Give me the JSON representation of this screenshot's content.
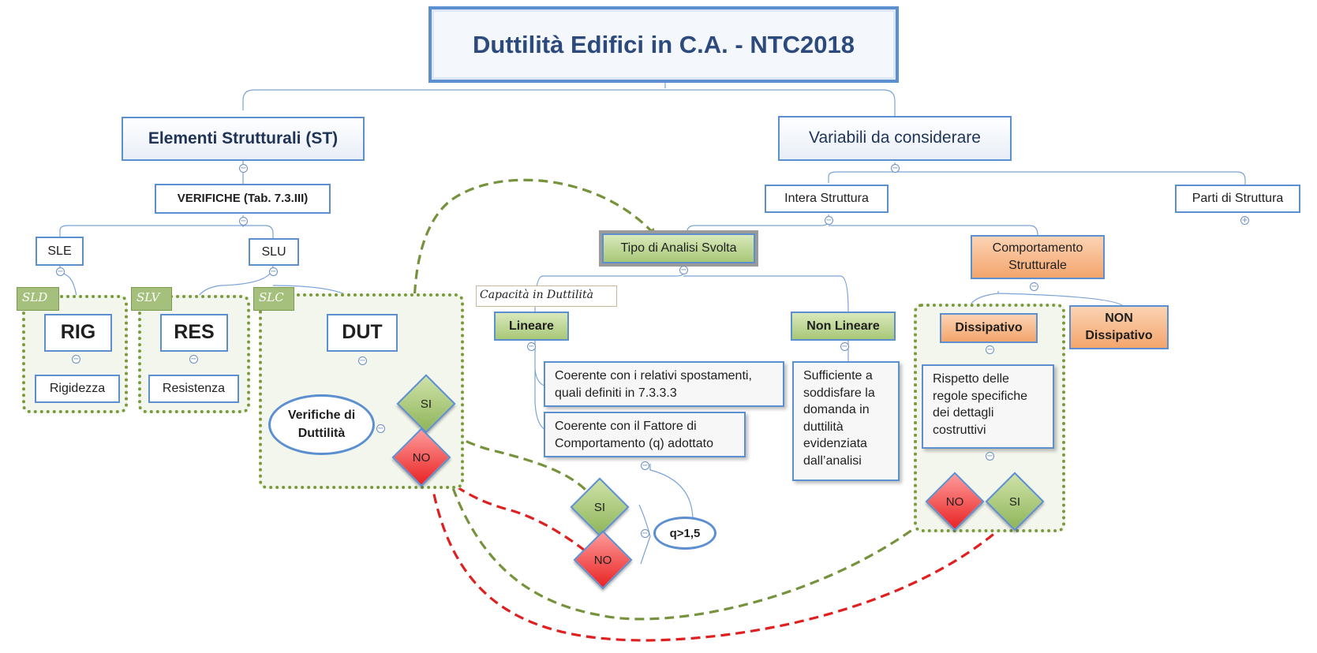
{
  "title": "Duttilità Edifici in C.A. - NTC2018",
  "left": {
    "header": "Elementi Strutturali (ST)",
    "verifiche": "VERIFICHE  (Tab. 7.3.III)",
    "sle": "SLE",
    "slu": "SLU",
    "tags": [
      "SLD",
      "SLV",
      "SLC"
    ],
    "rig": "RIG",
    "res": "RES",
    "dut": "DUT",
    "rigidezza": "Rigidezza",
    "resistenza": "Resistenza",
    "verifiche_duttilita": "Verifiche di Duttilità",
    "si": "SI",
    "no": "NO"
  },
  "right": {
    "header": "Variabili da considerare",
    "intera": "Intera Struttura",
    "parti": "Parti di Struttura",
    "tipo_analisi": "Tipo di Analisi Svolta",
    "comportamento": "Comportamento Strutturale",
    "capacita_note": "Capacità in Duttilità",
    "lineare": "Lineare",
    "non_lineare": "Non Lineare",
    "coerente_1": "Coerente con i relativi spostamenti, quali definiti in 7.3.3.3",
    "coerente_2": "Coerente con il Fattore di Comportamento (q) adottato",
    "sufficiente": "Sufficiente a soddisfare la domanda in duttilità evidenziata dall’analisi",
    "q_label": "q>1,5",
    "si_q": "SI",
    "no_q": "NO",
    "dissipativo": "Dissipativo",
    "non_dissipativo": "NON Dissipativo",
    "rispetto": " Rispetto delle regole specifiche dei dettagli costruttivi",
    "no_d": "NO",
    "si_d": "SI"
  },
  "colors": {
    "box_border": "#5b8fd0",
    "green_arrow": "#76923c",
    "red_arrow": "#e02020",
    "title_text": "#2c4a7c",
    "group_border": "#7a9a3c"
  },
  "icons": {
    "collapse": "minus-circle-icon",
    "expand": "plus-circle-icon"
  }
}
